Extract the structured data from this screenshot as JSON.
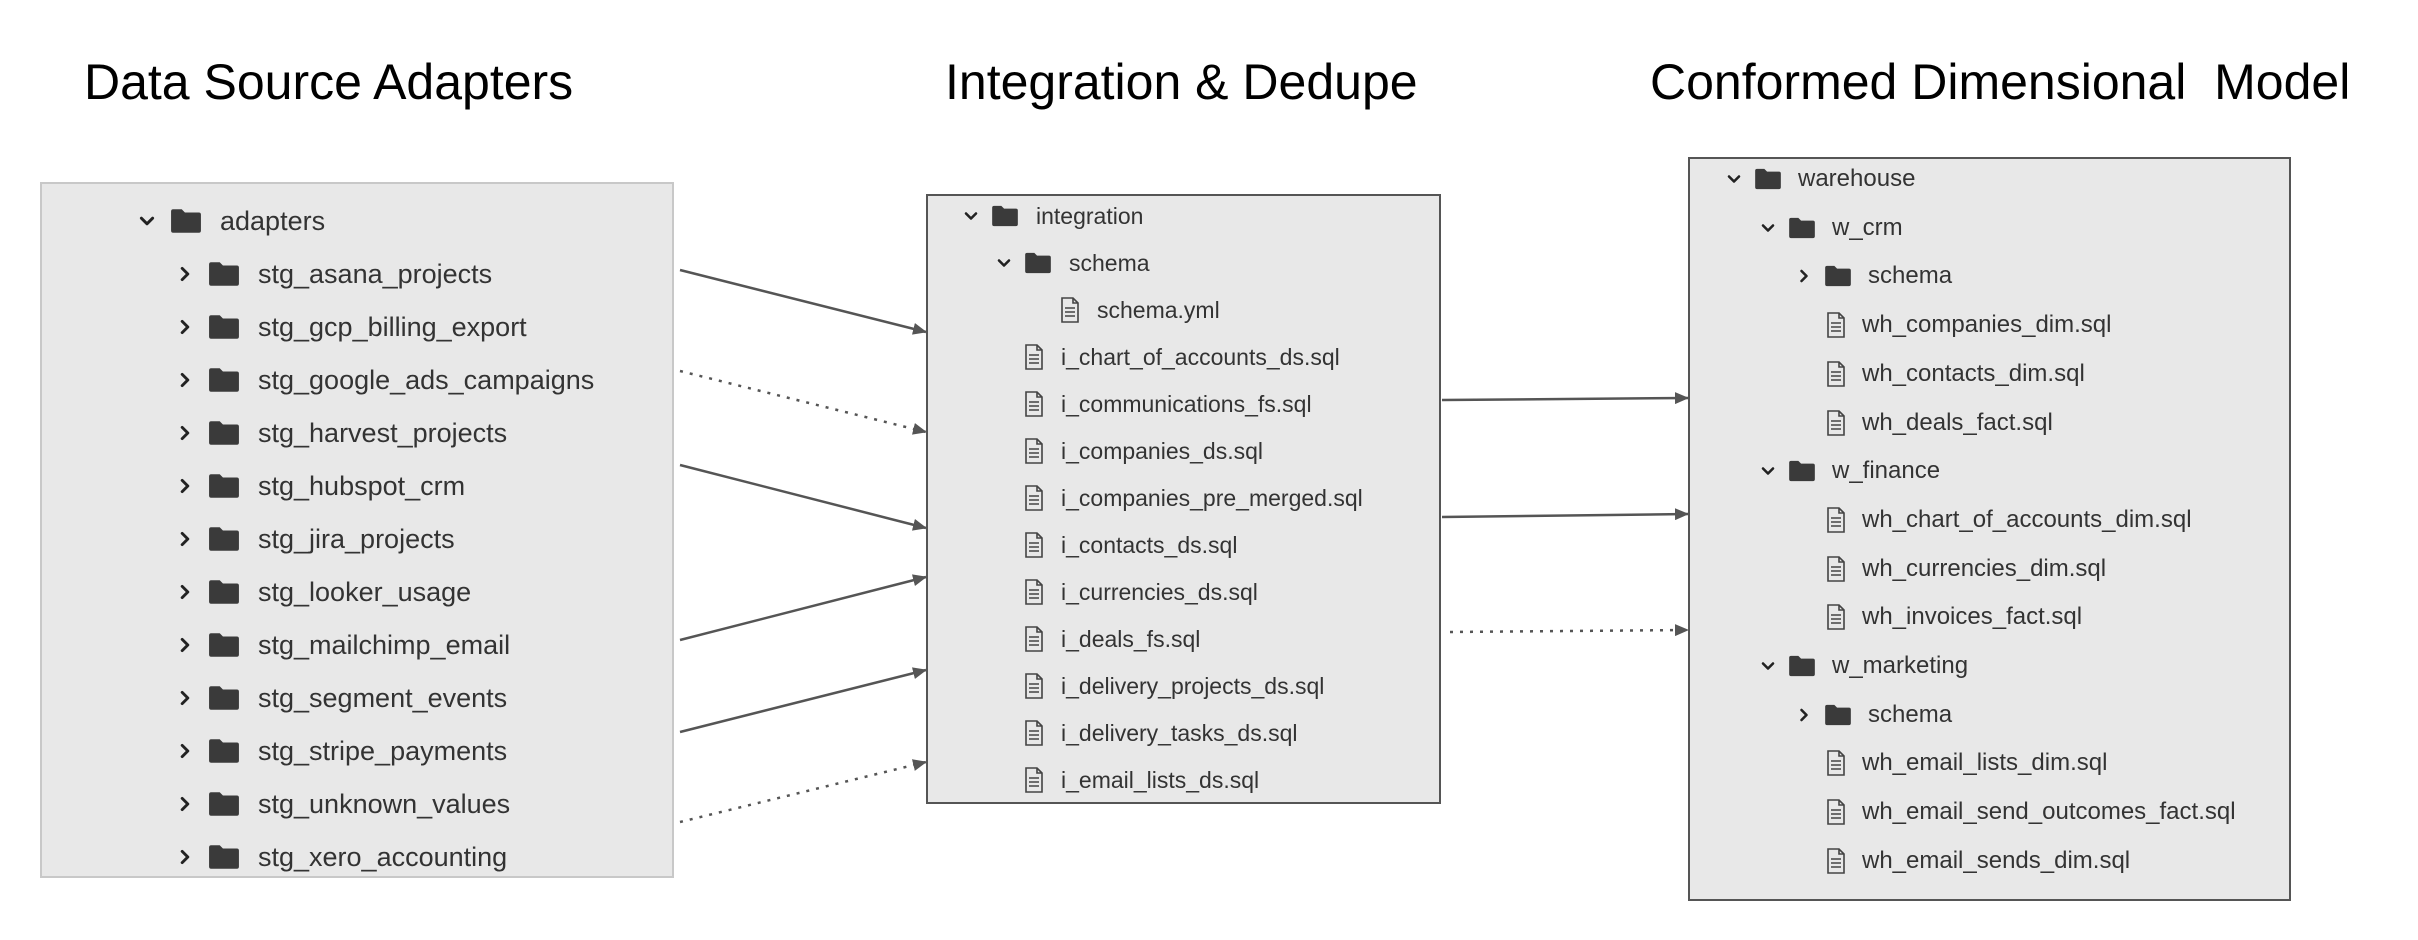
{
  "headings": {
    "adapters": "Data Source Adapters",
    "integration": "Integration & Dedupe",
    "warehouse": "Conformed Dimensional  Model"
  },
  "adapters": {
    "root": "adapters",
    "items": [
      "stg_asana_projects",
      "stg_gcp_billing_export",
      "stg_google_ads_campaigns",
      "stg_harvest_projects",
      "stg_hubspot_crm",
      "stg_jira_projects",
      "stg_looker_usage",
      "stg_mailchimp_email",
      "stg_segment_events",
      "stg_stripe_payments",
      "stg_unknown_values",
      "stg_xero_accounting"
    ]
  },
  "integration": {
    "root": "integration",
    "schema_folder": "schema",
    "schema_file": "schema.yml",
    "files": [
      "i_chart_of_accounts_ds.sql",
      "i_communications_fs.sql",
      "i_companies_ds.sql",
      "i_companies_pre_merged.sql",
      "i_contacts_ds.sql",
      "i_currencies_ds.sql",
      "i_deals_fs.sql",
      "i_delivery_projects_ds.sql",
      "i_delivery_tasks_ds.sql",
      "i_email_lists_ds.sql"
    ]
  },
  "warehouse": {
    "root": "warehouse",
    "crm": {
      "folder": "w_crm",
      "schema": "schema",
      "files": [
        "wh_companies_dim.sql",
        "wh_contacts_dim.sql",
        "wh_deals_fact.sql"
      ]
    },
    "finance": {
      "folder": "w_finance",
      "files": [
        "wh_chart_of_accounts_dim.sql",
        "wh_currencies_dim.sql",
        "wh_invoices_fact.sql"
      ]
    },
    "marketing": {
      "folder": "w_marketing",
      "schema": "schema",
      "files": [
        "wh_email_lists_dim.sql",
        "wh_email_send_outcomes_fact.sql",
        "wh_email_sends_dim.sql"
      ]
    }
  },
  "icons": {
    "folder": "folder-icon",
    "file": "file-icon",
    "expanded": "chevron-down-icon",
    "collapsed": "chevron-right-icon"
  },
  "colors": {
    "panel_bg": "#e8e8e8",
    "arrow": "#555555",
    "icon": "#3a3a3a"
  }
}
